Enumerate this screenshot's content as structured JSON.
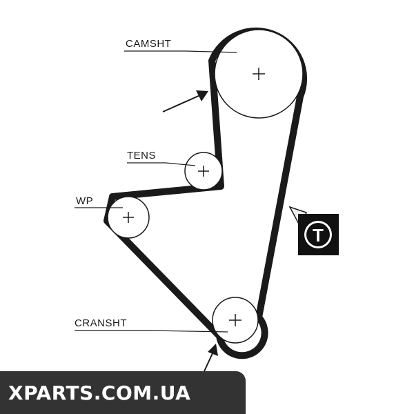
{
  "labels": {
    "camshaft": "CAMSHT",
    "tensioner": "TENS",
    "water_pump": "WP",
    "crankshaft": "CRANSHT"
  },
  "tension_badge": "T",
  "watermark": "XPARTS.COM.UA",
  "colors": {
    "belt": "#1a1a1a",
    "lines": "#1a1a1a",
    "badge_bg": "#111111",
    "badge_fg": "#ffffff",
    "watermark_bg": "#333333",
    "watermark_fg": "#ffffff"
  }
}
